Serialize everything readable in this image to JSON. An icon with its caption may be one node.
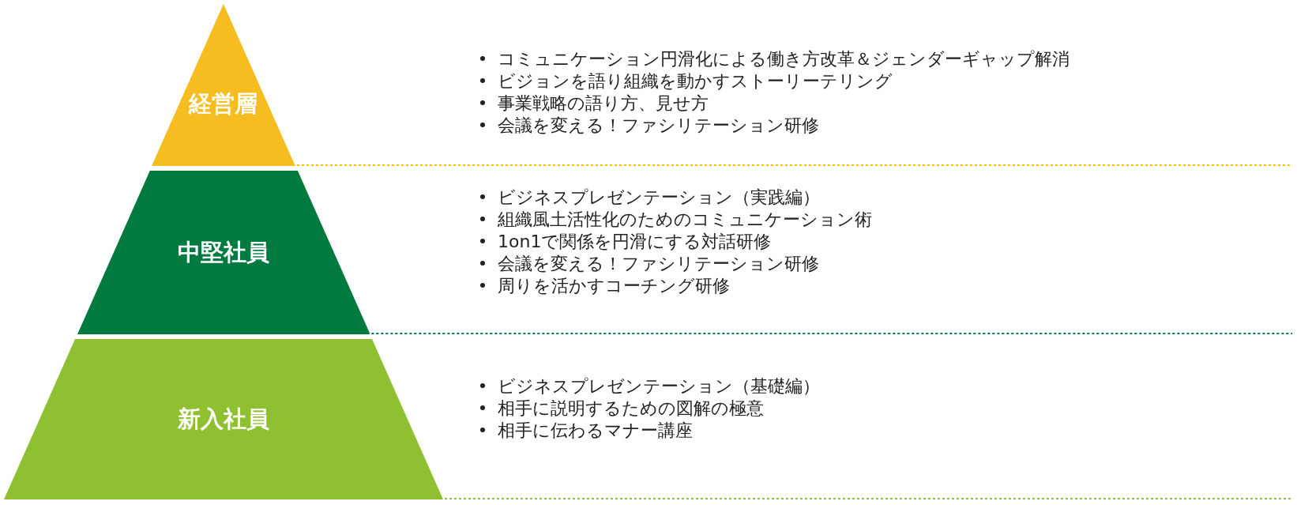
{
  "diagram": {
    "nodes": [
      {
        "text": [
          "経営層"
        ],
        "beside": [
          "コミュニケーション円滑化による働き方改革＆ジェンダーギャップ解消",
          "ビジョンを語り組織を動かすストーリーテリング",
          "事業戦略の語り方、見せ方",
          "会議を変える！ファシリテーション研修"
        ]
      },
      {
        "text": [
          "中堅社員"
        ],
        "beside": [
          "ビジネスプレゼンテーション（実践編）",
          "組織風土活性化のためのコミュニケーション術",
          "1on1で関係を円滑にする対話研修",
          "会議を変える！ファシリテーション研修",
          "周りを活かすコーチング研修"
        ]
      },
      {
        "text": [
          "新入社員"
        ],
        "beside": [
          "ビジネスプレゼンテーション（基礎編）",
          "相手に説明するための図解の極意",
          "相手に伝わるマナー講座"
        ]
      }
    ]
  }
}
